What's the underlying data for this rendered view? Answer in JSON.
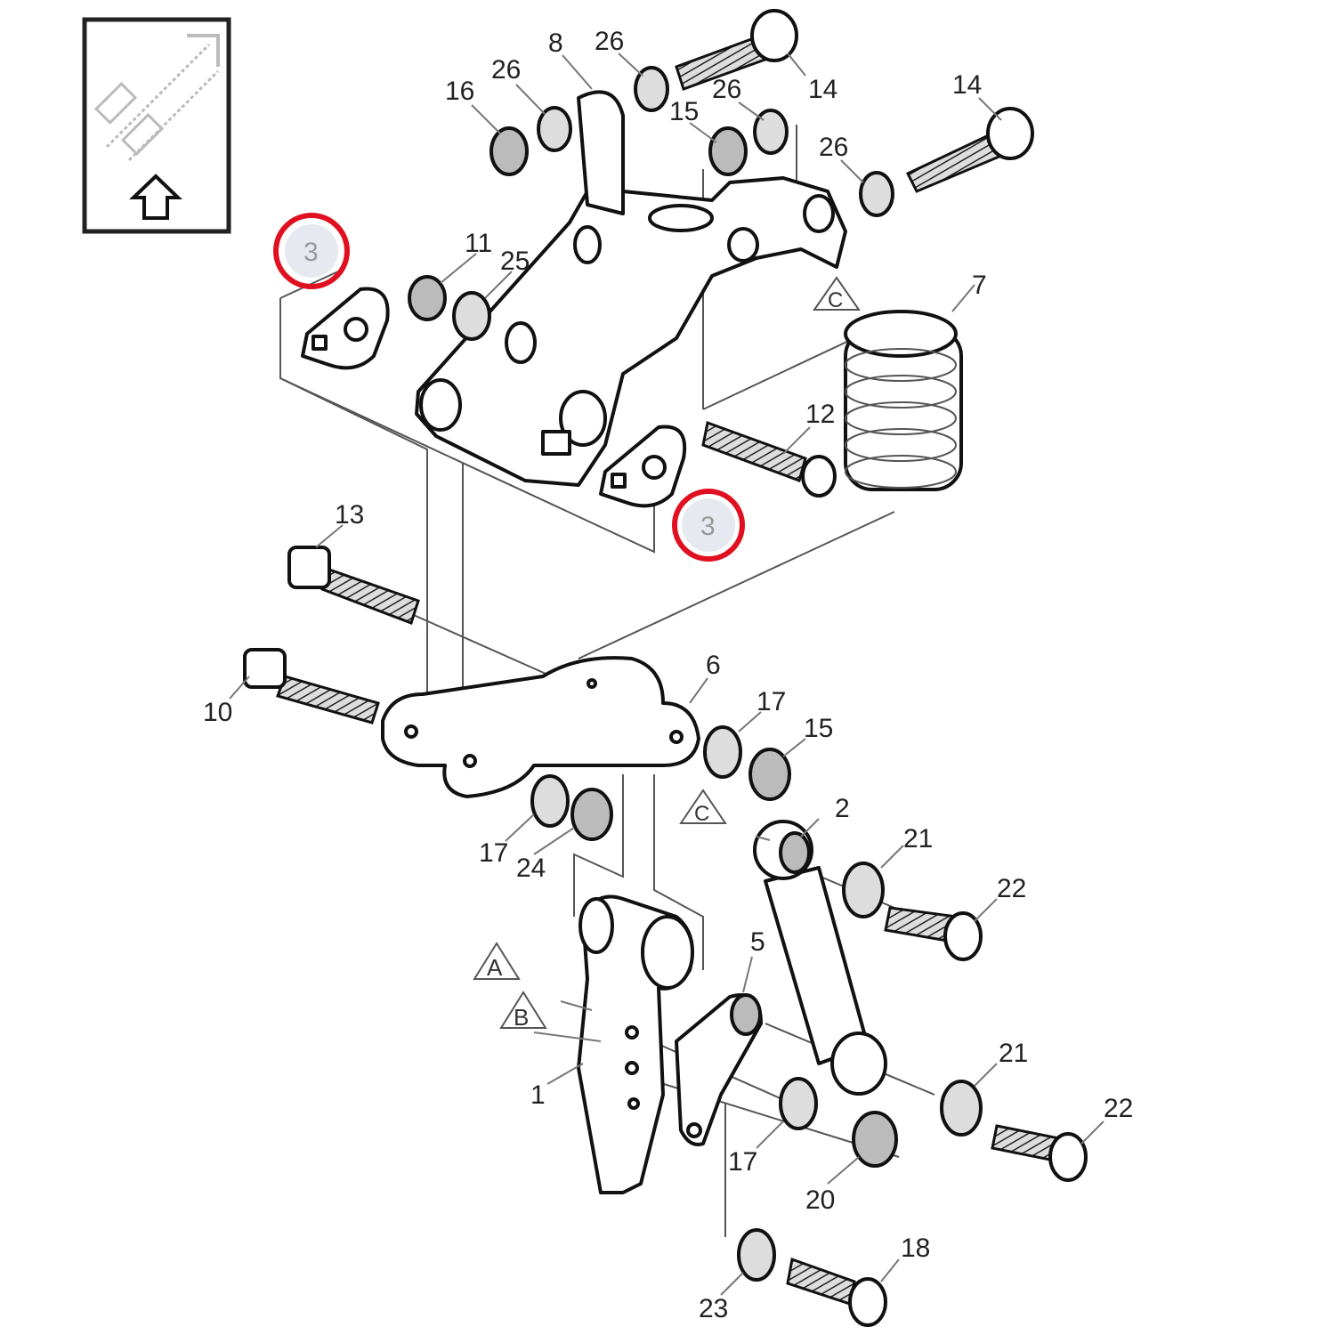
{
  "diagram": {
    "view_icon": "direction-arrow-icon",
    "highlight_color": "#e01020",
    "highlighted_callouts": [
      "3",
      "3"
    ],
    "callouts": {
      "c16a": "16",
      "c26a": "26",
      "c8a": "8",
      "c26b": "26",
      "c14a": "14",
      "c15a": "15",
      "c26c": "26",
      "c14b": "14",
      "c26d": "26",
      "c11": "11",
      "c25": "25",
      "c3a": "3",
      "cCa": "C",
      "c7": "7",
      "c12": "12",
      "c3b": "3",
      "c13": "13",
      "c10": "10",
      "c6": "6",
      "c17a": "17",
      "c15b": "15",
      "c17b": "17",
      "c24": "24",
      "cCb": "C",
      "c2": "2",
      "c21a": "21",
      "c22a": "22",
      "cA": "A",
      "cB": "B",
      "c5": "5",
      "c1": "1",
      "c21b": "21",
      "c22b": "22",
      "c17c": "17",
      "c20": "20",
      "c18": "18",
      "c23": "23"
    }
  }
}
